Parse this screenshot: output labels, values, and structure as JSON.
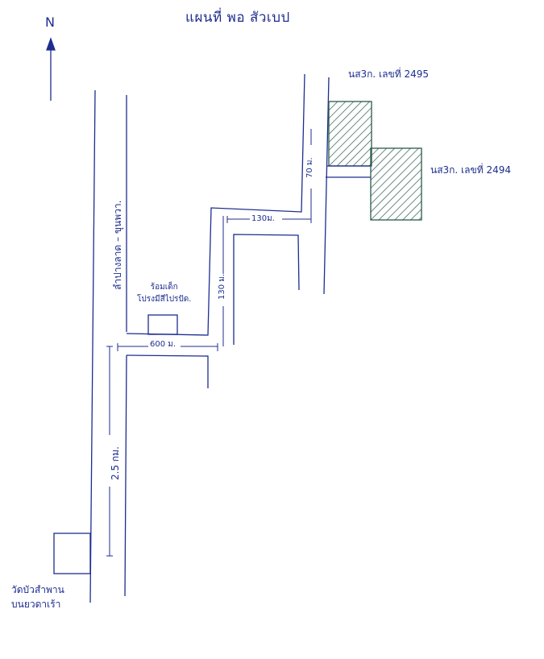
{
  "title": "แผนที่ พอ สัวเบป",
  "north_label": "N",
  "labels": {
    "plot_2495": "นส3ก. เลขที่ 2495",
    "plot_2494": "นส3ก. เลขที่ 2494",
    "road_name": "ลำปางลาด – ขุนพวา.",
    "school_line1": "ร้อมเด็ก",
    "school_line2": "โปรงมีสีไปรปัด.",
    "temple_line1": "วัดบัวสำพาน",
    "temple_line2": "บนยวดาเร้า"
  },
  "distances": {
    "main_road": "2.5 กม.",
    "segment_west": "600 ม.",
    "segment_middle_vertical": "130 ม.",
    "segment_middle_horizontal": "130ม.",
    "segment_east": "70 ม."
  },
  "colors": {
    "ink": "#1d2d8f",
    "hatch": "#2a5a4a"
  }
}
